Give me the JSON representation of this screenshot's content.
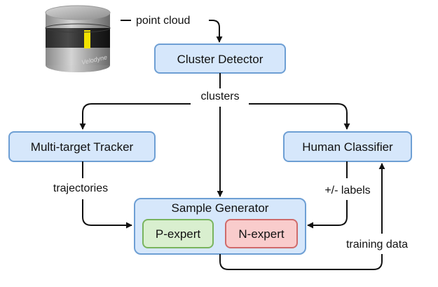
{
  "diagram": {
    "sensor": {
      "brand_text": "Velodyne",
      "icon": "lidar-sensor-icon"
    },
    "nodes": {
      "cluster_detector": "Cluster Detector",
      "multi_target_tracker": "Multi-target Tracker",
      "human_classifier": "Human Classifier",
      "sample_generator": "Sample Generator",
      "p_expert": "P-expert",
      "n_expert": "N-expert"
    },
    "edge_labels": {
      "point_cloud": "point cloud",
      "clusters": "clusters",
      "trajectories": "trajectories",
      "labels": "+/- labels",
      "training_data": "training data"
    },
    "colors": {
      "blue_fill": "#d6e7fb",
      "blue_stroke": "#6e9fd4",
      "green_fill": "#d9efcf",
      "green_stroke": "#79b45e",
      "red_fill": "#f9cccc",
      "red_stroke": "#cf6b6b",
      "arrow": "#111111",
      "sensor_yellow": "#f2e200"
    }
  }
}
